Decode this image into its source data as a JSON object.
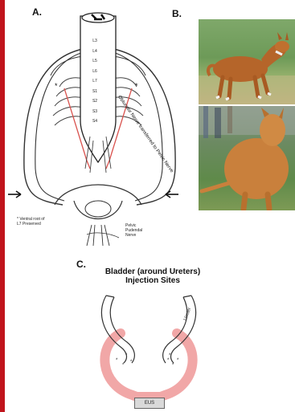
{
  "labels": {
    "panel_a": "A.",
    "panel_b": "B.",
    "panel_c": "C."
  },
  "spine_levels": [
    "L3",
    "L4",
    "L5",
    "L6",
    "L7",
    "S1",
    "S2",
    "S3",
    "S4"
  ],
  "panel_a": {
    "nerve_annotation": "Obturator Nerve transferred to Pelvic Nerve",
    "footnote_line1": "* Ventral root of",
    "footnote_line2": "L7 Preserved",
    "pudendal_line1": "Pelvic",
    "pudendal_line2": "Pudendal",
    "pudendal_line3": "Nerve"
  },
  "panel_c": {
    "title_line1": "Bladder (around Ureters)",
    "title_line2": "Injection Sites",
    "ureter_label": "Ureter",
    "eus_label": "EUS"
  },
  "colors": {
    "accent_bar": "#c0141c",
    "nerve_red": "#d9534f",
    "bladder_pink": "#f1a7a7",
    "line": "#333333"
  }
}
